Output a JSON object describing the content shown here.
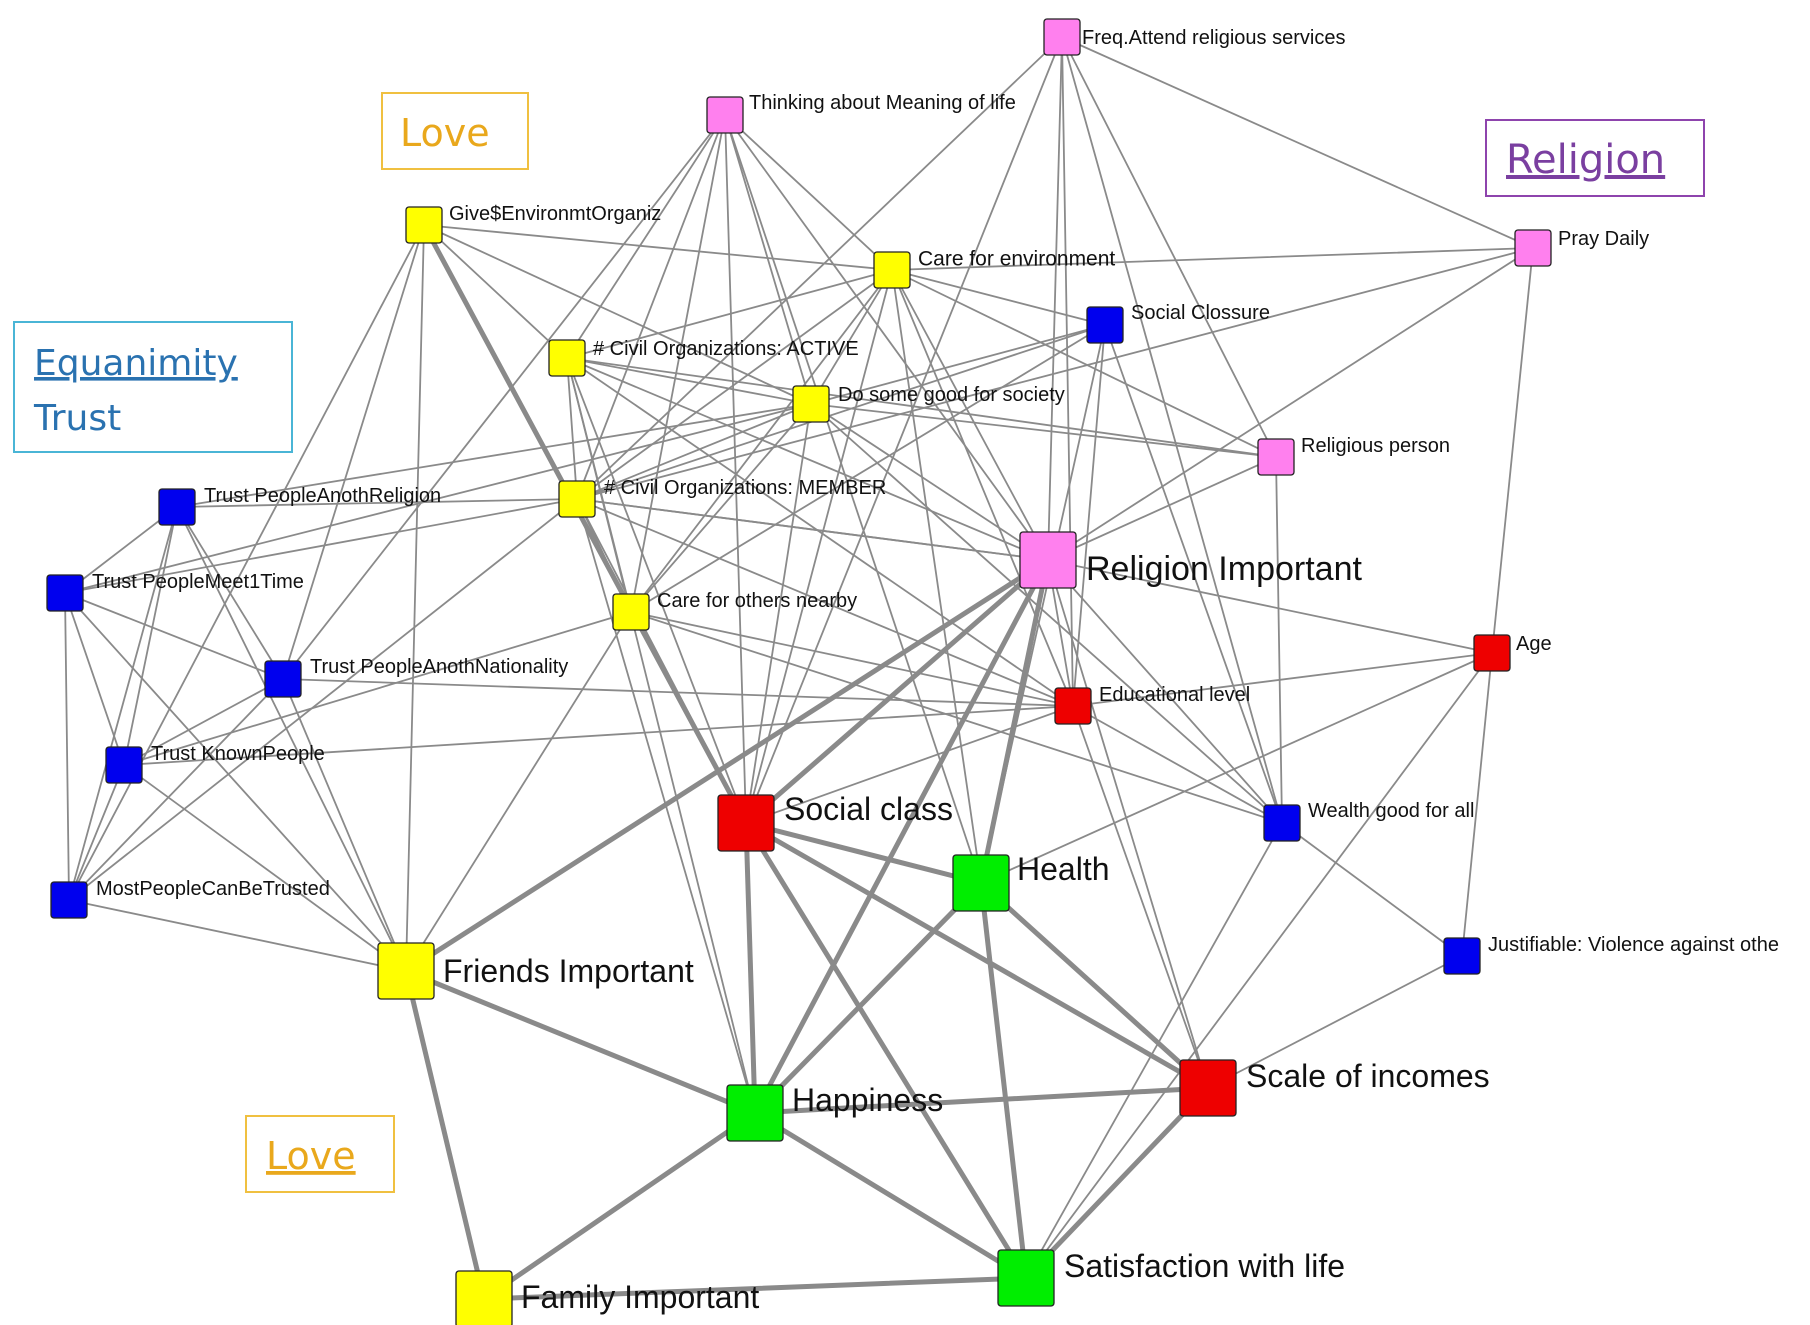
{
  "colors": {
    "yellow": "#ffff00",
    "blue": "#0000ee",
    "pink": "#ff80ee",
    "red": "#ee0000",
    "green": "#00ee00",
    "edge": "#8a8a8a",
    "love_box": "#f0c040",
    "love_text": "#e9a81c",
    "equanimity_box": "#4ab5d6",
    "equanimity_text": "#2a72b0",
    "religion_box": "#8e44ad",
    "religion_text": "#7a3fa0"
  },
  "group_labels": {
    "love_top": "Love",
    "love_bottom": "Love",
    "equanimity": "Equanimity",
    "trust": "Trust",
    "religion": "Religion"
  },
  "nodes": [
    {
      "id": "freq_attend",
      "label": "Freq.Attend religious services",
      "color": "pink",
      "size": "small"
    },
    {
      "id": "meaning_life",
      "label": "Thinking about Meaning of life",
      "color": "pink",
      "size": "small"
    },
    {
      "id": "pray_daily",
      "label": "Pray Daily",
      "color": "pink",
      "size": "small"
    },
    {
      "id": "religious_person",
      "label": "Religious person",
      "color": "pink",
      "size": "small"
    },
    {
      "id": "religion_important",
      "label": "Religion Important",
      "color": "pink",
      "size": "large"
    },
    {
      "id": "give_env",
      "label": "Give$EnvironmtOrganiz",
      "color": "yellow",
      "size": "small"
    },
    {
      "id": "care_env",
      "label": "Care for environment",
      "color": "yellow",
      "size": "small"
    },
    {
      "id": "civil_active",
      "label": "# Civil Organizations: ACTIVE",
      "color": "yellow",
      "size": "small"
    },
    {
      "id": "do_good",
      "label": "Do some good for society",
      "color": "yellow",
      "size": "small"
    },
    {
      "id": "civil_member",
      "label": "# Civil Organizations: MEMBER",
      "color": "yellow",
      "size": "small"
    },
    {
      "id": "care_others",
      "label": "Care for others nearby",
      "color": "yellow",
      "size": "small"
    },
    {
      "id": "friends_important",
      "label": "Friends Important",
      "color": "yellow",
      "size": "large"
    },
    {
      "id": "family_important",
      "label": "Family Important",
      "color": "yellow",
      "size": "large"
    },
    {
      "id": "social_closure",
      "label": "Social Clossure",
      "color": "blue",
      "size": "small"
    },
    {
      "id": "trust_religion",
      "label": "Trust PeopleAnothReligion",
      "color": "blue",
      "size": "small"
    },
    {
      "id": "trust_meet",
      "label": "Trust PeopleMeet1Time",
      "color": "blue",
      "size": "small"
    },
    {
      "id": "trust_nationality",
      "label": "Trust PeopleAnothNationality",
      "color": "blue",
      "size": "small"
    },
    {
      "id": "trust_known",
      "label": "Trust KnownPeople",
      "color": "blue",
      "size": "small"
    },
    {
      "id": "most_trusted",
      "label": "MostPeopleCanBeTrusted",
      "color": "blue",
      "size": "small"
    },
    {
      "id": "wealth_good",
      "label": "Wealth good for all",
      "color": "blue",
      "size": "small"
    },
    {
      "id": "justifiable",
      "label": "Justifiable: Violence against othe",
      "color": "blue",
      "size": "small"
    },
    {
      "id": "age",
      "label": "Age",
      "color": "red",
      "size": "small"
    },
    {
      "id": "education",
      "label": "Educational level",
      "color": "red",
      "size": "small"
    },
    {
      "id": "social_class",
      "label": "Social class",
      "color": "red",
      "size": "large"
    },
    {
      "id": "scale_incomes",
      "label": "Scale of incomes",
      "color": "red",
      "size": "large"
    },
    {
      "id": "health",
      "label": "Health",
      "color": "green",
      "size": "large"
    },
    {
      "id": "happiness",
      "label": "Happiness",
      "color": "green",
      "size": "large"
    },
    {
      "id": "satisfaction",
      "label": "Satisfaction with life",
      "color": "green",
      "size": "large"
    }
  ],
  "edges": [
    {
      "source": "freq_attend",
      "target": "pray_daily",
      "weight": 1
    },
    {
      "source": "freq_attend",
      "target": "religious_person",
      "weight": 1
    },
    {
      "source": "freq_attend",
      "target": "religion_important",
      "weight": 1
    },
    {
      "source": "freq_attend",
      "target": "education",
      "weight": 1
    },
    {
      "source": "freq_attend",
      "target": "civil_member",
      "weight": 1
    },
    {
      "source": "freq_attend",
      "target": "social_class",
      "weight": 1
    },
    {
      "source": "freq_attend",
      "target": "wealth_good",
      "weight": 1
    },
    {
      "source": "meaning_life",
      "target": "civil_active",
      "weight": 1
    },
    {
      "source": "meaning_life",
      "target": "civil_member",
      "weight": 1
    },
    {
      "source": "meaning_life",
      "target": "care_others",
      "weight": 1
    },
    {
      "source": "meaning_life",
      "target": "do_good",
      "weight": 1
    },
    {
      "source": "meaning_life",
      "target": "care_env",
      "weight": 1
    },
    {
      "source": "meaning_life",
      "target": "religion_important",
      "weight": 1
    },
    {
      "source": "meaning_life",
      "target": "social_class",
      "weight": 1
    },
    {
      "source": "meaning_life",
      "target": "health",
      "weight": 1
    },
    {
      "source": "meaning_life",
      "target": "trust_nationality",
      "weight": 1
    },
    {
      "source": "pray_daily",
      "target": "care_env",
      "weight": 1
    },
    {
      "source": "pray_daily",
      "target": "religion_important",
      "weight": 1
    },
    {
      "source": "pray_daily",
      "target": "age",
      "weight": 1
    },
    {
      "source": "pray_daily",
      "target": "civil_member",
      "weight": 1
    },
    {
      "source": "religious_person",
      "target": "do_good",
      "weight": 1
    },
    {
      "source": "religious_person",
      "target": "religion_important",
      "weight": 1
    },
    {
      "source": "religious_person",
      "target": "wealth_good",
      "weight": 1
    },
    {
      "source": "religious_person",
      "target": "civil_active",
      "weight": 1
    },
    {
      "source": "religion_important",
      "target": "friends_important",
      "weight": 2
    },
    {
      "source": "religion_important",
      "target": "happiness",
      "weight": 2
    },
    {
      "source": "religion_important",
      "target": "health",
      "weight": 2
    },
    {
      "source": "religion_important",
      "target": "social_class",
      "weight": 2
    },
    {
      "source": "religion_important",
      "target": "age",
      "weight": 1
    },
    {
      "source": "religion_important",
      "target": "wealth_good",
      "weight": 1
    },
    {
      "source": "religion_important",
      "target": "education",
      "weight": 1
    },
    {
      "source": "religion_important",
      "target": "civil_member",
      "weight": 1
    },
    {
      "source": "religion_important",
      "target": "scale_incomes",
      "weight": 1
    },
    {
      "source": "give_env",
      "target": "care_env",
      "weight": 1
    },
    {
      "source": "give_env",
      "target": "civil_active",
      "weight": 1
    },
    {
      "source": "give_env",
      "target": "do_good",
      "weight": 1
    },
    {
      "source": "give_env",
      "target": "friends_important",
      "weight": 1
    },
    {
      "source": "give_env",
      "target": "social_class",
      "weight": 2
    },
    {
      "source": "give_env",
      "target": "trust_nationality",
      "weight": 1
    },
    {
      "source": "give_env",
      "target": "most_trusted",
      "weight": 1
    },
    {
      "source": "care_env",
      "target": "civil_active",
      "weight": 1
    },
    {
      "source": "care_env",
      "target": "do_good",
      "weight": 1
    },
    {
      "source": "care_env",
      "target": "civil_member",
      "weight": 1
    },
    {
      "source": "care_env",
      "target": "care_others",
      "weight": 1
    },
    {
      "source": "care_env",
      "target": "social_closure",
      "weight": 1
    },
    {
      "source": "care_env",
      "target": "religious_person",
      "weight": 1
    },
    {
      "source": "care_env",
      "target": "education",
      "weight": 1
    },
    {
      "source": "care_env",
      "target": "social_class",
      "weight": 1
    },
    {
      "source": "care_env",
      "target": "health",
      "weight": 1
    },
    {
      "source": "care_env",
      "target": "religion_important",
      "weight": 1
    },
    {
      "source": "civil_active",
      "target": "do_good",
      "weight": 1
    },
    {
      "source": "civil_active",
      "target": "civil_member",
      "weight": 1
    },
    {
      "source": "civil_active",
      "target": "care_others",
      "weight": 1
    },
    {
      "source": "civil_active",
      "target": "social_class",
      "weight": 1
    },
    {
      "source": "civil_active",
      "target": "education",
      "weight": 1
    },
    {
      "source": "civil_active",
      "target": "religion_important",
      "weight": 1
    },
    {
      "source": "civil_active",
      "target": "happiness",
      "weight": 1
    },
    {
      "source": "do_good",
      "target": "civil_member",
      "weight": 1
    },
    {
      "source": "do_good",
      "target": "care_others",
      "weight": 1
    },
    {
      "source": "do_good",
      "target": "social_closure",
      "weight": 1
    },
    {
      "source": "do_good",
      "target": "religion_important",
      "weight": 1
    },
    {
      "source": "do_good",
      "target": "trust_religion",
      "weight": 1
    },
    {
      "source": "do_good",
      "target": "trust_meet",
      "weight": 1
    },
    {
      "source": "do_good",
      "target": "wealth_good",
      "weight": 1
    },
    {
      "source": "do_good",
      "target": "social_class",
      "weight": 1
    },
    {
      "source": "civil_member",
      "target": "care_others",
      "weight": 1
    },
    {
      "source": "civil_member",
      "target": "trust_religion",
      "weight": 1
    },
    {
      "source": "civil_member",
      "target": "trust_meet",
      "weight": 1
    },
    {
      "source": "civil_member",
      "target": "religion_important",
      "weight": 1
    },
    {
      "source": "civil_member",
      "target": "social_class",
      "weight": 1
    },
    {
      "source": "civil_member",
      "target": "education",
      "weight": 1
    },
    {
      "source": "civil_member",
      "target": "happiness",
      "weight": 1
    },
    {
      "source": "care_others",
      "target": "education",
      "weight": 1
    },
    {
      "source": "care_others",
      "target": "wealth_good",
      "weight": 1
    },
    {
      "source": "care_others",
      "target": "trust_known",
      "weight": 1
    },
    {
      "source": "care_others",
      "target": "social_class",
      "weight": 1
    },
    {
      "source": "care_others",
      "target": "social_closure",
      "weight": 1
    },
    {
      "source": "care_others",
      "target": "friends_important",
      "weight": 1
    },
    {
      "source": "social_closure",
      "target": "education",
      "weight": 1
    },
    {
      "source": "social_closure",
      "target": "wealth_good",
      "weight": 1
    },
    {
      "source": "social_closure",
      "target": "civil_member",
      "weight": 1
    },
    {
      "source": "social_closure",
      "target": "health",
      "weight": 1
    },
    {
      "source": "trust_religion",
      "target": "trust_meet",
      "weight": 1
    },
    {
      "source": "trust_religion",
      "target": "trust_nationality",
      "weight": 1
    },
    {
      "source": "trust_religion",
      "target": "trust_known",
      "weight": 1
    },
    {
      "source": "trust_religion",
      "target": "most_trusted",
      "weight": 1
    },
    {
      "source": "trust_religion",
      "target": "friends_important",
      "weight": 1
    },
    {
      "source": "trust_meet",
      "target": "trust_nationality",
      "weight": 1
    },
    {
      "source": "trust_meet",
      "target": "trust_known",
      "weight": 1
    },
    {
      "source": "trust_meet",
      "target": "most_trusted",
      "weight": 1
    },
    {
      "source": "trust_meet",
      "target": "friends_important",
      "weight": 1
    },
    {
      "source": "trust_nationality",
      "target": "trust_known",
      "weight": 1
    },
    {
      "source": "trust_nationality",
      "target": "most_trusted",
      "weight": 1
    },
    {
      "source": "trust_nationality",
      "target": "friends_important",
      "weight": 1
    },
    {
      "source": "trust_nationality",
      "target": "education",
      "weight": 1
    },
    {
      "source": "trust_known",
      "target": "most_trusted",
      "weight": 1
    },
    {
      "source": "trust_known",
      "target": "friends_important",
      "weight": 1
    },
    {
      "source": "trust_known",
      "target": "education",
      "weight": 1
    },
    {
      "source": "most_trusted",
      "target": "friends_important",
      "weight": 1
    },
    {
      "source": "most_trusted",
      "target": "civil_member",
      "weight": 1
    },
    {
      "source": "wealth_good",
      "target": "justifiable",
      "weight": 1
    },
    {
      "source": "wealth_good",
      "target": "satisfaction",
      "weight": 1
    },
    {
      "source": "wealth_good",
      "target": "education",
      "weight": 1
    },
    {
      "source": "age",
      "target": "justifiable",
      "weight": 1
    },
    {
      "source": "age",
      "target": "education",
      "weight": 1
    },
    {
      "source": "age",
      "target": "health",
      "weight": 1
    },
    {
      "source": "age",
      "target": "satisfaction",
      "weight": 1
    },
    {
      "source": "justifiable",
      "target": "scale_incomes",
      "weight": 1
    },
    {
      "source": "education",
      "target": "scale_incomes",
      "weight": 1
    },
    {
      "source": "education",
      "target": "social_class",
      "weight": 1
    },
    {
      "source": "social_class",
      "target": "health",
      "weight": 2
    },
    {
      "source": "social_class",
      "target": "happiness",
      "weight": 2
    },
    {
      "source": "social_class",
      "target": "scale_incomes",
      "weight": 2
    },
    {
      "source": "social_class",
      "target": "satisfaction",
      "weight": 2
    },
    {
      "source": "health",
      "target": "happiness",
      "weight": 2
    },
    {
      "source": "health",
      "target": "scale_incomes",
      "weight": 2
    },
    {
      "source": "health",
      "target": "satisfaction",
      "weight": 2
    },
    {
      "source": "happiness",
      "target": "scale_incomes",
      "weight": 2
    },
    {
      "source": "happiness",
      "target": "satisfaction",
      "weight": 2
    },
    {
      "source": "happiness",
      "target": "friends_important",
      "weight": 2
    },
    {
      "source": "happiness",
      "target": "family_important",
      "weight": 2
    },
    {
      "source": "scale_incomes",
      "target": "satisfaction",
      "weight": 2
    },
    {
      "source": "friends_important",
      "target": "family_important",
      "weight": 2
    },
    {
      "source": "family_important",
      "target": "satisfaction",
      "weight": 2
    }
  ]
}
